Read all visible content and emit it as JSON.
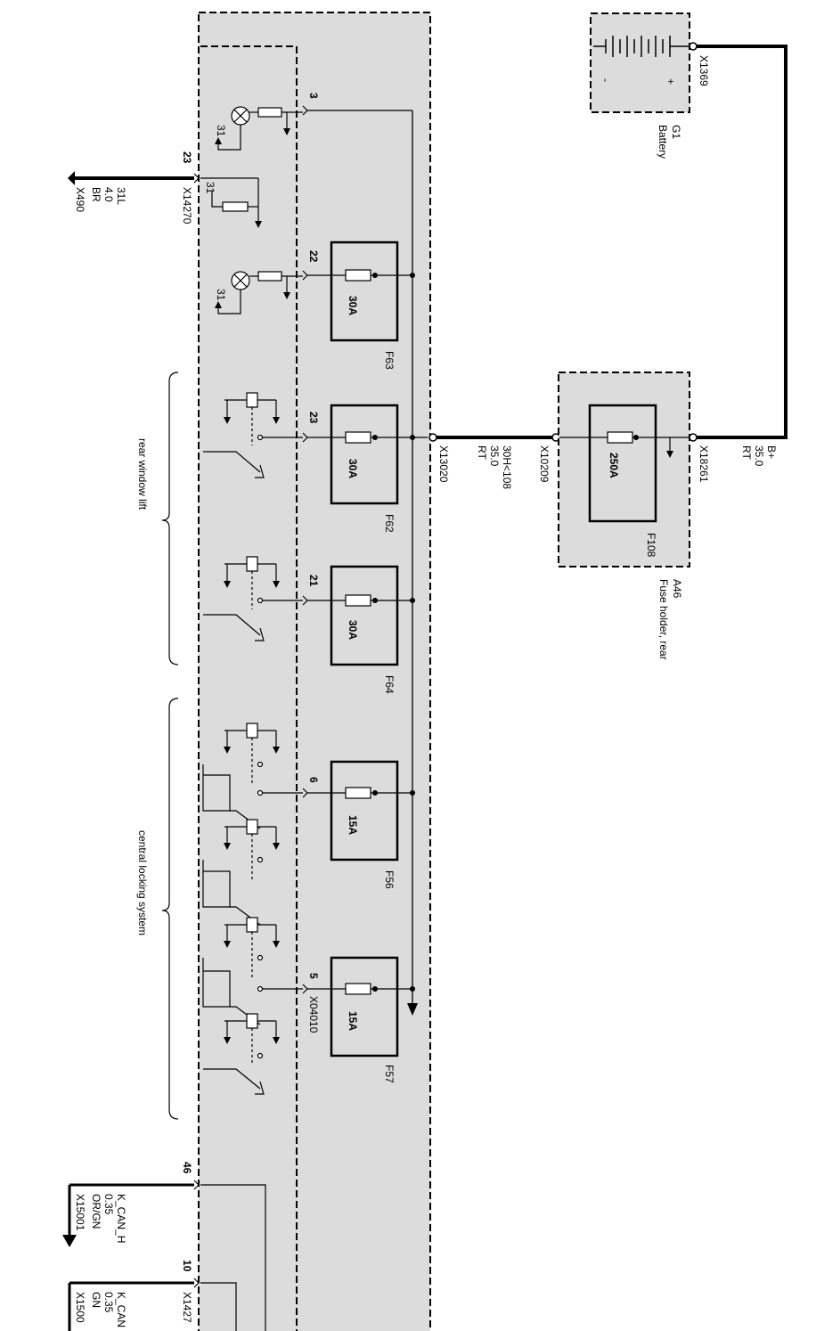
{
  "battery": {
    "name": "G1",
    "label": "Battery",
    "connector": "X1369",
    "minus_sign": "-",
    "plus_sign": "+"
  },
  "fuse_holder": {
    "name": "A46",
    "label": "Fuse holder, rear",
    "fuse_name": "F108",
    "fuse_rating": "250A",
    "connector_in": "X18261",
    "connector_out": "X10209"
  },
  "main_feed": {
    "wire_top": [
      "B+",
      "35.0",
      "RT"
    ],
    "wire_bottom": [
      "30H<108",
      "35.0",
      "RT"
    ],
    "connector": "X13020"
  },
  "distribution_box": {
    "fuses": [
      {
        "name": "F63",
        "rating": "30A",
        "pin": "22"
      },
      {
        "name": "F62",
        "rating": "30A",
        "pin": "23"
      },
      {
        "name": "F64",
        "rating": "30A",
        "pin": "21"
      },
      {
        "name": "F56",
        "rating": "15A",
        "pin": "6"
      },
      {
        "name": "F57",
        "rating": "15A",
        "pin": "5"
      }
    ],
    "pin_3": "3",
    "connector_x04010": "X04010",
    "ground_31": "31",
    "group_rear_window": "rear window lift",
    "group_central_locking": "central locking system"
  },
  "left_wires": [
    {
      "pin": "23",
      "connector": "X14270",
      "signal": "31L",
      "gauge": "4.0",
      "color": "BR",
      "ground_id": "X490"
    },
    {
      "pin": "46",
      "connector": "",
      "signal": "K_CAN_H",
      "gauge": "0.35",
      "color": "OR/GN",
      "ground_id": "X15001"
    },
    {
      "pin": "10",
      "connector": "X1427",
      "signal": "K_CAN",
      "gauge": "0.35",
      "color": "GN",
      "ground_id": "X1500"
    }
  ]
}
